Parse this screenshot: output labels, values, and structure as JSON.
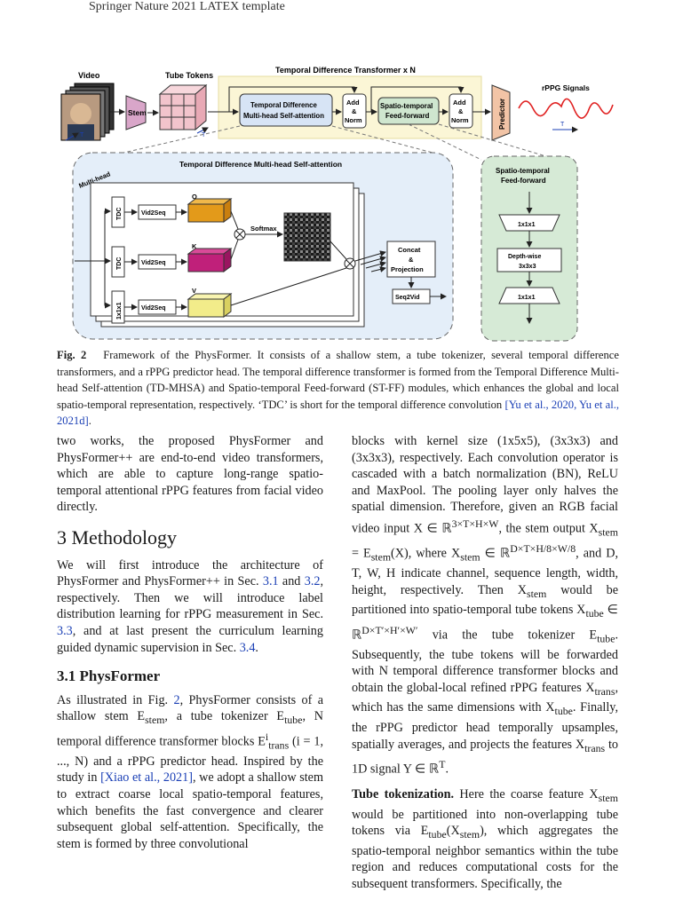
{
  "header": {
    "running_title": "Springer Nature 2021 LATEX template"
  },
  "figure": {
    "video_label": "Video",
    "tube_tokens_label": "Tube Tokens",
    "transformer_title": "Temporal Difference Transformer x N",
    "stem_label": "Stem",
    "tdmhsa_block_line1": "Temporal Difference",
    "tdmhsa_block_line2": "Multi-head Self-attention",
    "add_norm_1": [
      "Add",
      "&",
      "Norm"
    ],
    "stff_block_line1": "Spatio-temporal",
    "stff_block_line2": "Feed-forward",
    "add_norm_2": [
      "Add",
      "&",
      "Norm"
    ],
    "predictor_label": "Predictor",
    "rppg_label": "rPPG Signals",
    "t_label": "T",
    "detail_title": "Temporal Difference Multi-head Self-attention",
    "multihead_label": "Multi-head",
    "tdc_label": "TDC",
    "conv1_label": "1x1x1",
    "vid2seq_label": "Vid2Seq",
    "q_label": "Q",
    "k_label": "K",
    "v_label": "V",
    "softmax_label": "Softmax",
    "concat_lines": [
      "Concat",
      "&",
      "Projection"
    ],
    "seq2vid_label": "Seq2Vid",
    "stff_title_line1": "Spatio-temporal",
    "stff_title_line2": "Feed-forward",
    "stff_layers": [
      "1x1x1",
      "Depth-wise",
      "3x3x3",
      "1x1x1"
    ]
  },
  "caption": {
    "label": "Fig. 2",
    "text": "Framework of the PhysFormer. It consists of a shallow stem, a tube tokenizer, several temporal difference transformers, and a rPPG predictor head. The temporal difference transformer is formed from the Temporal Difference Multi-head Self-attention (TD-MHSA) and Spatio-temporal Feed-forward (ST-FF) modules, which enhances the global and local spatio-temporal representation, respectively. ‘TDC’ is short for the temporal difference convolution",
    "citation": "[Yu et al., 2020, Yu et al., 2021d]",
    "end": "."
  },
  "left_column": {
    "intro": "two works, the proposed PhysFormer and PhysFormer++ are end-to-end video transformers, which are able to capture long-range spatio-temporal attentional rPPG features from facial video directly.",
    "section_title": "3 Methodology",
    "methodology_a": "We will first introduce the architecture of PhysFormer and PhysFormer++ in Sec.",
    "ref_31": "3.1",
    "methodology_b": "and",
    "ref_32": "3.2",
    "methodology_c": ", respectively. Then we will introduce label distribution learning for rPPG measurement in Sec.",
    "ref_33": "3.3",
    "methodology_d": ", and at last present the curriculum learning guided dynamic supervision in Sec.",
    "ref_34": "3.4",
    "methodology_e": ".",
    "subsection_title": "3.1 PhysFormer",
    "physformer_a": "As illustrated in Fig.",
    "ref_fig2": "2",
    "physformer_b": ", PhysFormer consists of a shallow stem E",
    "physformer_c": ", a tube tokenizer E",
    "physformer_d": ", N temporal difference transformer blocks E",
    "physformer_e": " (i = 1, ..., N) and a rPPG predictor head. Inspired by the study in",
    "ref_xiao": "[Xiao et al., 2021]",
    "physformer_f": ", we adopt a shallow stem to extract coarse local spatio-temporal features, which benefits the fast convergence and clearer subsequent global self-attention. Specifically, the stem is formed by three convolutional"
  },
  "right_column": {
    "p1_a": "blocks with kernel size (1x5x5), (3x3x3) and (3x3x3), respectively. Each convolution operator is cascaded with a batch normalization (BN), ReLU and MaxPool. The pooling layer only halves the spatial dimension. Therefore, given an RGB facial video input X ∈ ℝ",
    "p1_sup1": "3×T×H×W",
    "p1_b": ", the stem output X",
    "p1_c": " = E",
    "p1_d": "(X), where X",
    "p1_e": " ∈ ℝ",
    "p1_sup2": "D×T×H/8×W/8",
    "p1_f": ", and D, T, W, H indicate channel, sequence length, width, height, respectively. Then X",
    "p1_g": " would be partitioned into spatio-temporal tube tokens X",
    "p1_h": " ∈ ℝ",
    "p1_sup3": "D×T′×H′×W′",
    "p1_i": " via the tube tokenizer E",
    "p1_j": ". Subsequently, the tube tokens will be forwarded with N temporal difference transformer blocks and obtain the global-local refined rPPG features X",
    "p1_k": ", which has the same dimensions with X",
    "p1_l": ". Finally, the rPPG predictor head temporally upsamples, spatially averages, and projects the features X",
    "p1_m": " to 1D signal Y ∈ ℝ",
    "p1_sup4": "T",
    "p1_n": ".",
    "p2_title": "Tube tokenization.",
    "p2_a": " Here the coarse feature X",
    "p2_b": " would be partitioned into non-overlapping tube tokens via E",
    "p2_c": "(X",
    "p2_d": "), which aggregates the spatio-temporal neighbor semantics within the tube region and reduces computational costs for the subsequent transformers. Specifically, the",
    "sub_stem": "stem",
    "sub_tube": "tube",
    "sub_trans": "trans",
    "sup_i": "i"
  }
}
